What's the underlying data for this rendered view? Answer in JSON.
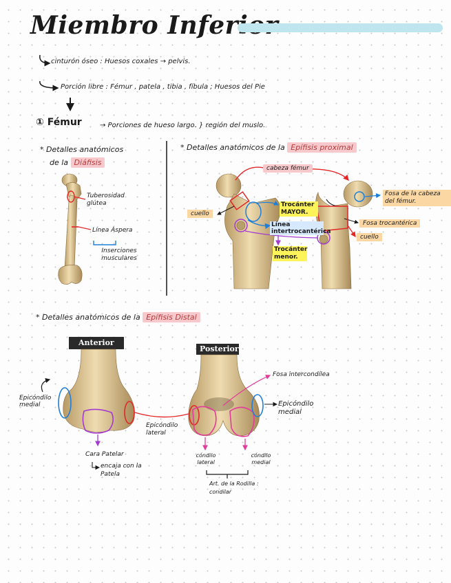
{
  "title": "Miembro Inferior",
  "intro": {
    "line1": "cinturón óseo : Huesos coxales → pelvis.",
    "line2": "Porción libre : Fémur , patela , tibia , fíbula ; Huesos del Pie"
  },
  "femur": {
    "number": "①",
    "name": "Fémur",
    "desc": "→ Porciones de hueso largo. } región del muslo."
  },
  "diafisis": {
    "heading_prefix": "* Detalles anatómicos",
    "heading_middle": "de la",
    "heading_highlight": "Diáfisis",
    "labels": {
      "tuberosidad": "Tuberosidad glútea",
      "linea_aspera": "Línea Áspera",
      "inserciones": "Inserciones musculares"
    }
  },
  "proximal": {
    "heading_prefix": "* Detalles anatómicos de la",
    "heading_highlight": "Epífisis proximal",
    "labels": {
      "cabeza": "cabeza fémur",
      "fosa_cabeza": "Fosa de la cabeza del fémur.",
      "cuello_left": "cuello",
      "trocanter_mayor": "Trocánter MAYOR.",
      "linea_inter": "Línea intertrocantérica",
      "trocanter_menor": "Trocánter menor.",
      "fosa_trocanterica": "Fosa trocantérica",
      "cuello_right": "cuello"
    }
  },
  "distal": {
    "heading_prefix": "* Detalles anatómicos de la",
    "heading_highlight": "Epífisis Distal",
    "anterior_label": "Anterior",
    "posterior_label": "Posterior",
    "labels": {
      "fosa_intercondilea": "Fosa intercondílea",
      "epicondilo_medial_left": "Epicóndilo medial",
      "epicondilo_medial_right": "Epicóndilo medial",
      "epicondilo_lateral": "Epicóndilo lateral",
      "cara_patelar": "Cara Patelar",
      "encaja": "encaja con la Patela",
      "condilo_lateral": "cóndilo lateral",
      "condilo_medial": "cóndilo medial",
      "art_rodilla": "Art. de la Rodilla : condilar"
    }
  },
  "colors": {
    "title_bar": "#bfe6ee",
    "pink_highlight": "#f7c9cc",
    "yellow_highlight": "#fff35a",
    "orange_highlight": "#fbd7a4",
    "red_marker": "#e32626",
    "blue_marker": "#1e7fd9",
    "purple_marker": "#a23ad1",
    "pink_marker": "#e23b9a",
    "bone": "#e7d3a6"
  }
}
